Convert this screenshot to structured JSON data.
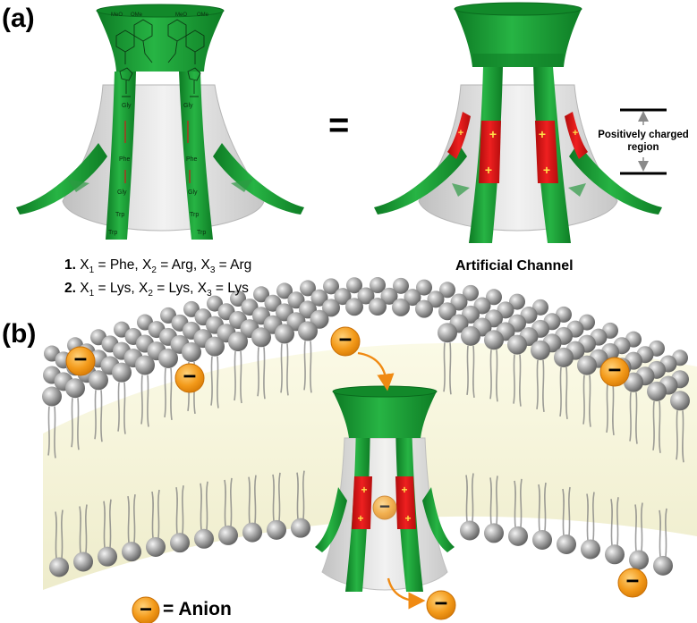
{
  "panel_a": {
    "tag": "(a)",
    "equals": "=",
    "compound_1": {
      "num": "1.",
      "x1": "X",
      "x1_sub": "1",
      "x1_val": " = Phe, ",
      "x2": "X",
      "x2_sub": "2",
      "x2_val": " = Arg, ",
      "x3": "X",
      "x3_sub": "3",
      "x3_val": " = Arg"
    },
    "compound_2": {
      "num": "2.",
      "x1": "X",
      "x1_sub": "1",
      "x1_val": " = Lys,  ",
      "x2": "X",
      "x2_sub": "2",
      "x2_val": " = Lys, ",
      "x3": "X",
      "x3_sub": "3",
      "x3_val": " = Lys"
    },
    "artificial_channel": "Artificial Channel",
    "region_line1": "Positively charged",
    "region_line2": "region",
    "strand_labels": [
      "Gly",
      "Phe",
      "Gly",
      "Trp",
      "Trp"
    ],
    "plus": "+",
    "ring_labels": [
      "MeO",
      "OMe",
      "MeO",
      "OMe"
    ]
  },
  "panel_b": {
    "tag": "(b)",
    "anion_symbol": "−",
    "anion_label": "= Anion"
  },
  "colors": {
    "channel_green": "#1fa33a",
    "channel_dark_green": "#0b7a22",
    "charged_red": "#e01515",
    "plus_yellow": "#ffe14a",
    "anion_orange": "#f39a1a",
    "bilayer_yellow": "#f3f1cf",
    "lipid_gray": "#9a9a9a"
  }
}
